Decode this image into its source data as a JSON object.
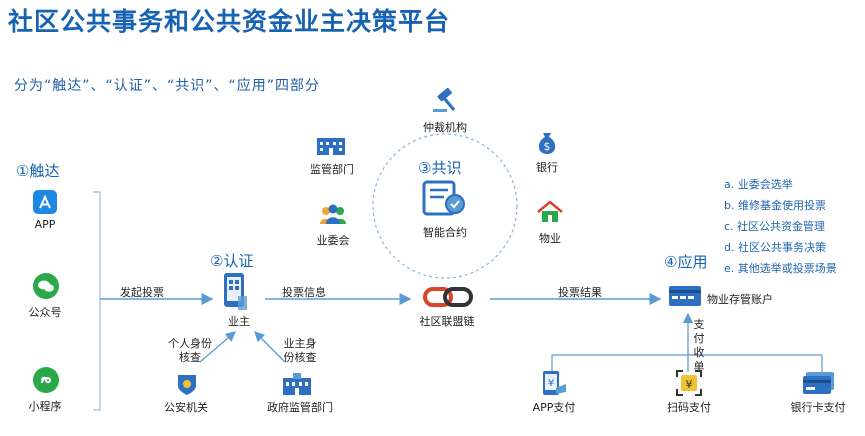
{
  "title": "社区公共事务和公共资金业主决策平台",
  "subtitle": "分为“触达”、“认证”、“共识”、“应用”四部分",
  "sections": {
    "touch": "①触达",
    "auth": "②认证",
    "consensus": "③共识",
    "apply": "④应用"
  },
  "touch_items": {
    "app": "APP",
    "wechat": "公众号",
    "mini": "小程序"
  },
  "edges": {
    "start_vote": "发起投票",
    "vote_info": "投票信息",
    "vote_result": "投票结果",
    "personal_check_1": "个人身份",
    "personal_check_2": "核查",
    "owner_check_1": "业主身",
    "owner_check_2": "份核查",
    "pay_collect": [
      "支",
      "付",
      "收",
      "单"
    ]
  },
  "nodes": {
    "owner": "业主",
    "police": "公安机关",
    "gov": "政府监管部门",
    "chain": "社区联盟链",
    "smart_contract": "智能合约",
    "arbitration": "仲裁机构",
    "regulator": "监管部门",
    "committee": "业委会",
    "bank": "银行",
    "property": "物业",
    "account": "物业存管账户",
    "app_pay": "APP支付",
    "scan_pay": "扫码支付",
    "card_pay": "银行卡支付"
  },
  "applications": [
    "a. 业委会选举",
    "b. 维修基金使用投票",
    "c. 社区公共资金管理",
    "d. 社区公共事务决策",
    "e. 其他选举或投票场景"
  ],
  "colors": {
    "brand": "#1763b3",
    "line": "#5b9bd5",
    "icon_blue": "#2d6fc0",
    "icon_green": "#2aa84a",
    "chain_red": "#d9442c"
  }
}
